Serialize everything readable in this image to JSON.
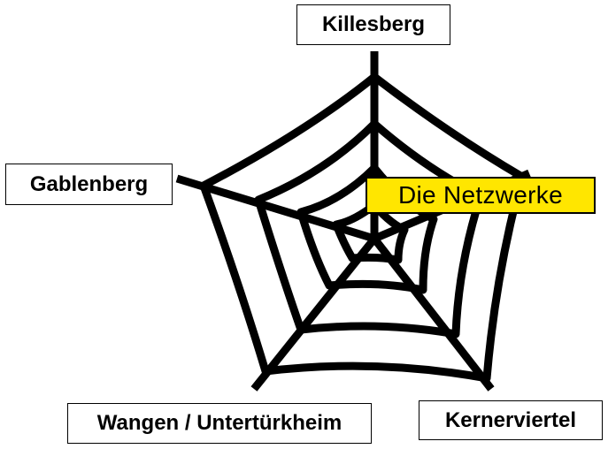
{
  "nodes": {
    "top": "Killesberg",
    "left": "Gablenberg",
    "bottom_left": "Wangen / Untertürkheim",
    "bottom_right": "Kernerviertel"
  },
  "brand": "Die Netzwerke",
  "colors": {
    "brand_background": "#ffe600",
    "ink": "#000000"
  }
}
